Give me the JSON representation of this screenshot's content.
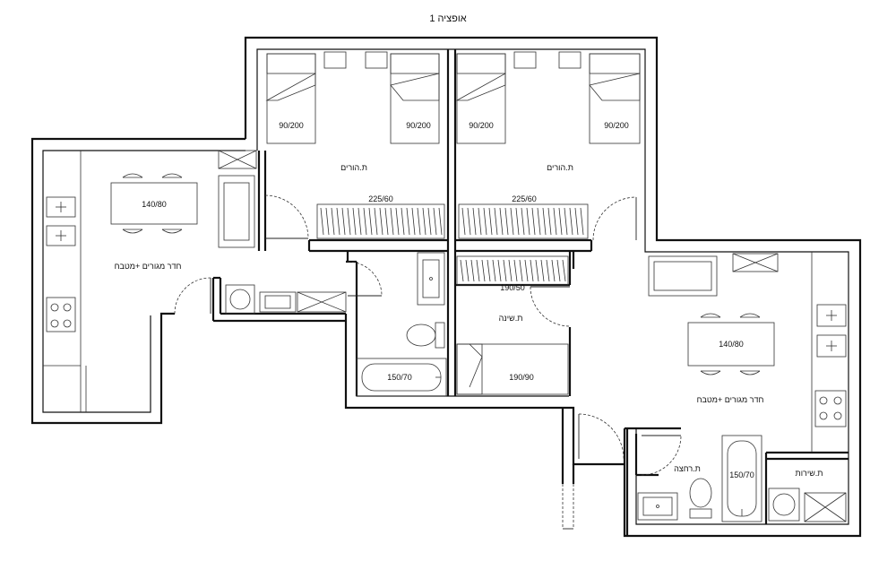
{
  "title": "אופציה 1",
  "labels": {
    "bed_left_1": "90/200",
    "bed_left_2": "90/200",
    "bed_right_1": "90/200",
    "bed_right_2": "90/200",
    "master_left": "ת.הורים",
    "master_right": "ת.הורים",
    "wardrobe_left": "225/60",
    "wardrobe_right": "225/60",
    "table_left": "140/80",
    "table_right": "140/80",
    "living_left": "חדר מגורים +מטבח",
    "living_right": "חדר מגורים +מטבח",
    "bath_left": "150/70",
    "bath_right": "150/70",
    "wardrobe_small": "190/50",
    "bedroom": "ת.שינה",
    "single_bed": "190/90",
    "bathroom": "ת.רחצה",
    "service": "ת.שירות"
  }
}
